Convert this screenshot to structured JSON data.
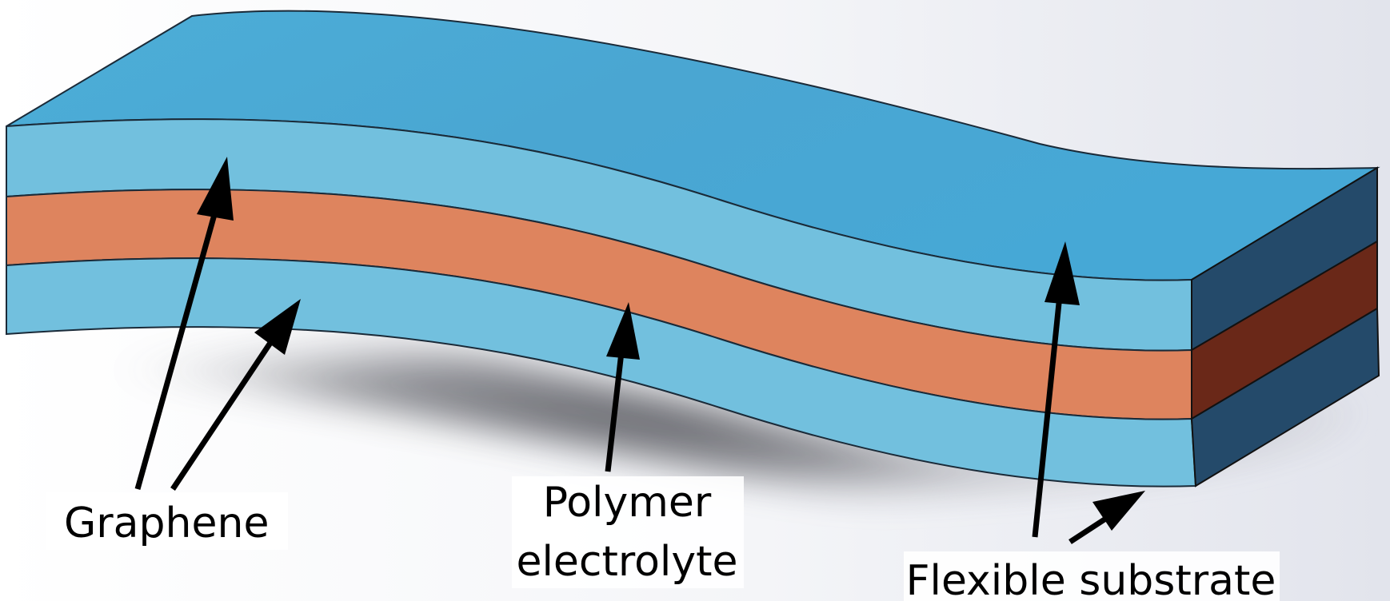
{
  "labels": {
    "graphene": "Graphene",
    "polymer_line1": "Polymer",
    "polymer_line2": "electrolyte",
    "substrate": "Flexible substrate"
  },
  "colors": {
    "top_face": "#4AAAD6",
    "graphene_side": "#72C0DE",
    "electrolyte_side": "#DE845E",
    "graphene_end": "#244A6A",
    "electrolyte_end": "#6A2818",
    "arrow": "#000000"
  }
}
